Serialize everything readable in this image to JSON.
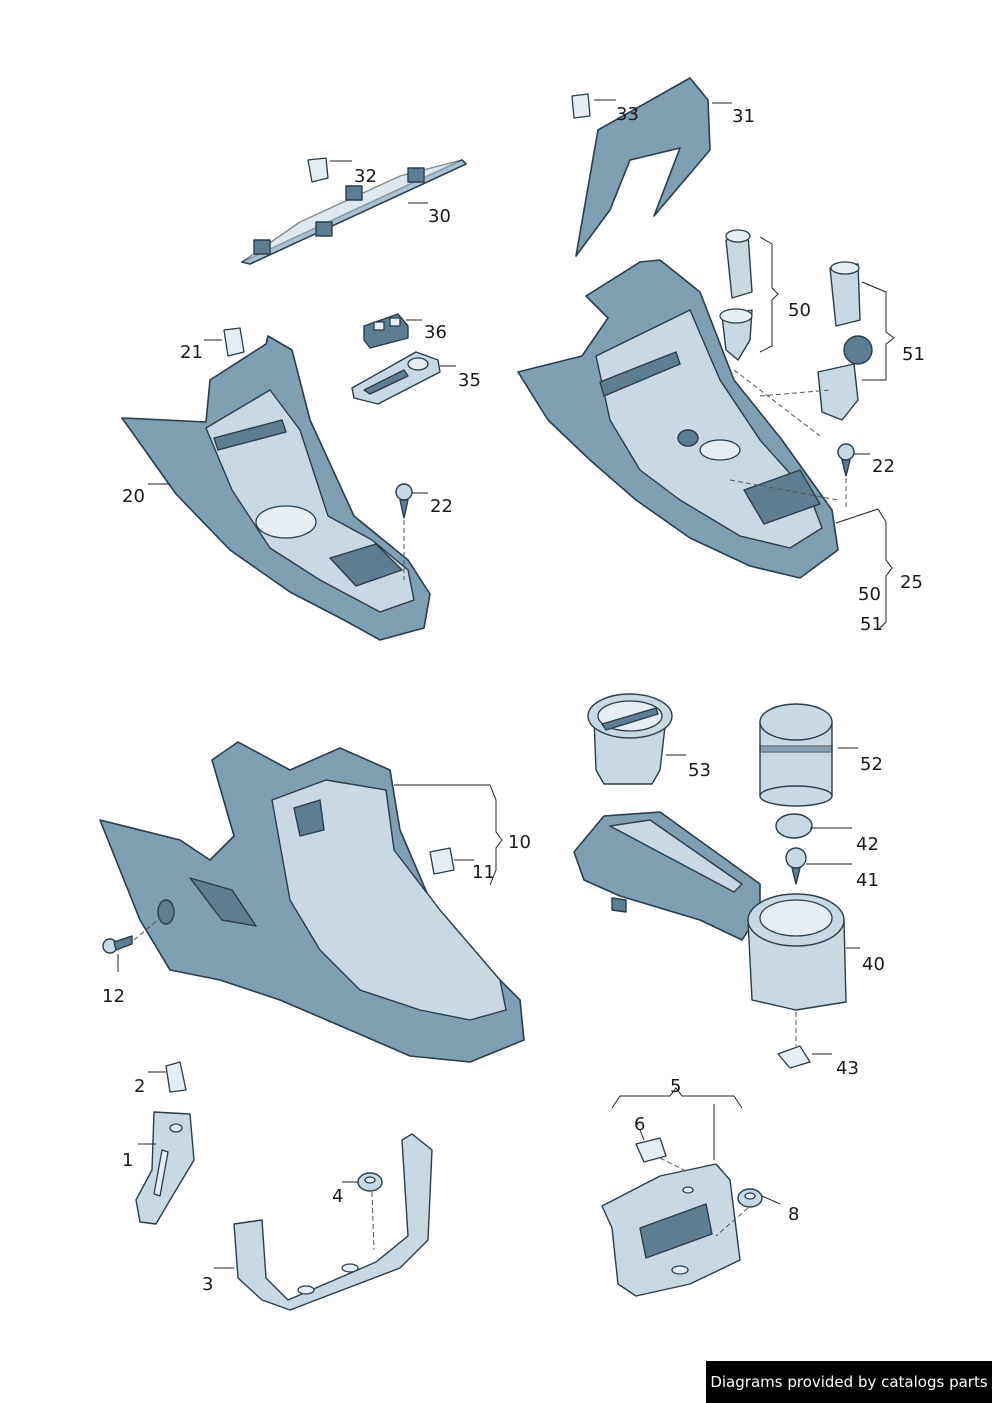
{
  "labels": {
    "l1": "1",
    "l2": "2",
    "l3": "3",
    "l4": "4",
    "l5": "5",
    "l6": "6",
    "l8": "8",
    "l10": "10",
    "l11": "11",
    "l12": "12",
    "l20": "20",
    "l21": "21",
    "l22a": "22",
    "l22b": "22",
    "l25": "25",
    "l30": "30",
    "l31": "31",
    "l32": "32",
    "l33": "33",
    "l35": "35",
    "l36": "36",
    "l40": "40",
    "l41": "41",
    "l42": "42",
    "l43": "43",
    "l50a": "50",
    "l50b": "50",
    "l51a": "51",
    "l51b": "51",
    "l52": "52",
    "l53": "53"
  },
  "credit": "Diagrams provided by catalogs parts"
}
